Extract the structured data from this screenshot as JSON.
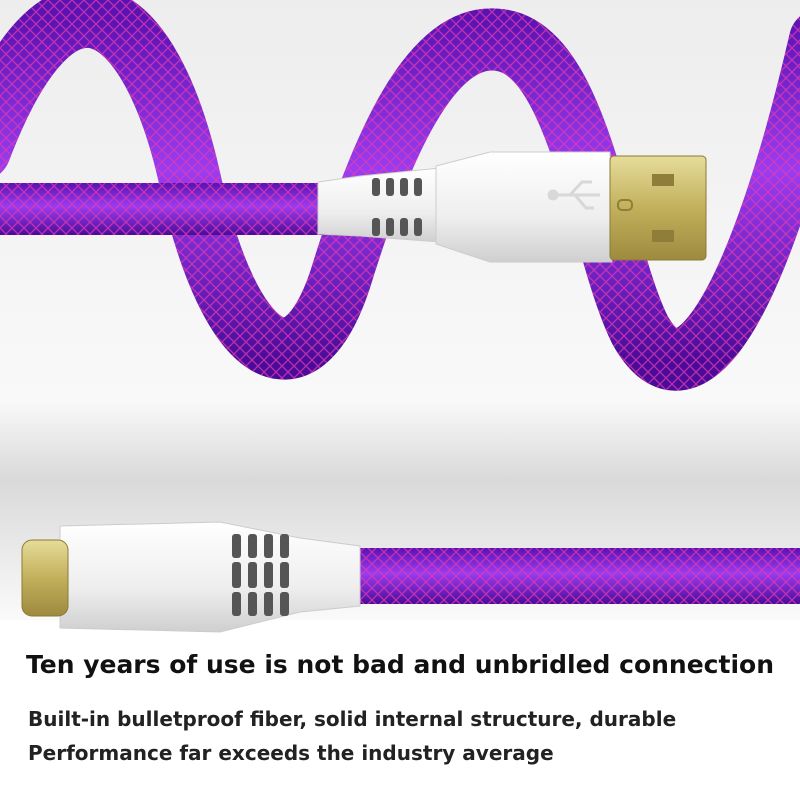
{
  "headline": "Ten years of use is not bad and unbridled connection",
  "features": [
    "Built-in bulletproof fiber, solid internal structure, durable",
    "Performance far exceeds the industry average"
  ],
  "colors": {
    "cable": "#7a22d8",
    "braid": "#e03ab4",
    "connector_housing": "#f2f2f2",
    "gold_plug": "#c8b865"
  },
  "icons": {
    "usb_symbol": "usb-icon"
  }
}
